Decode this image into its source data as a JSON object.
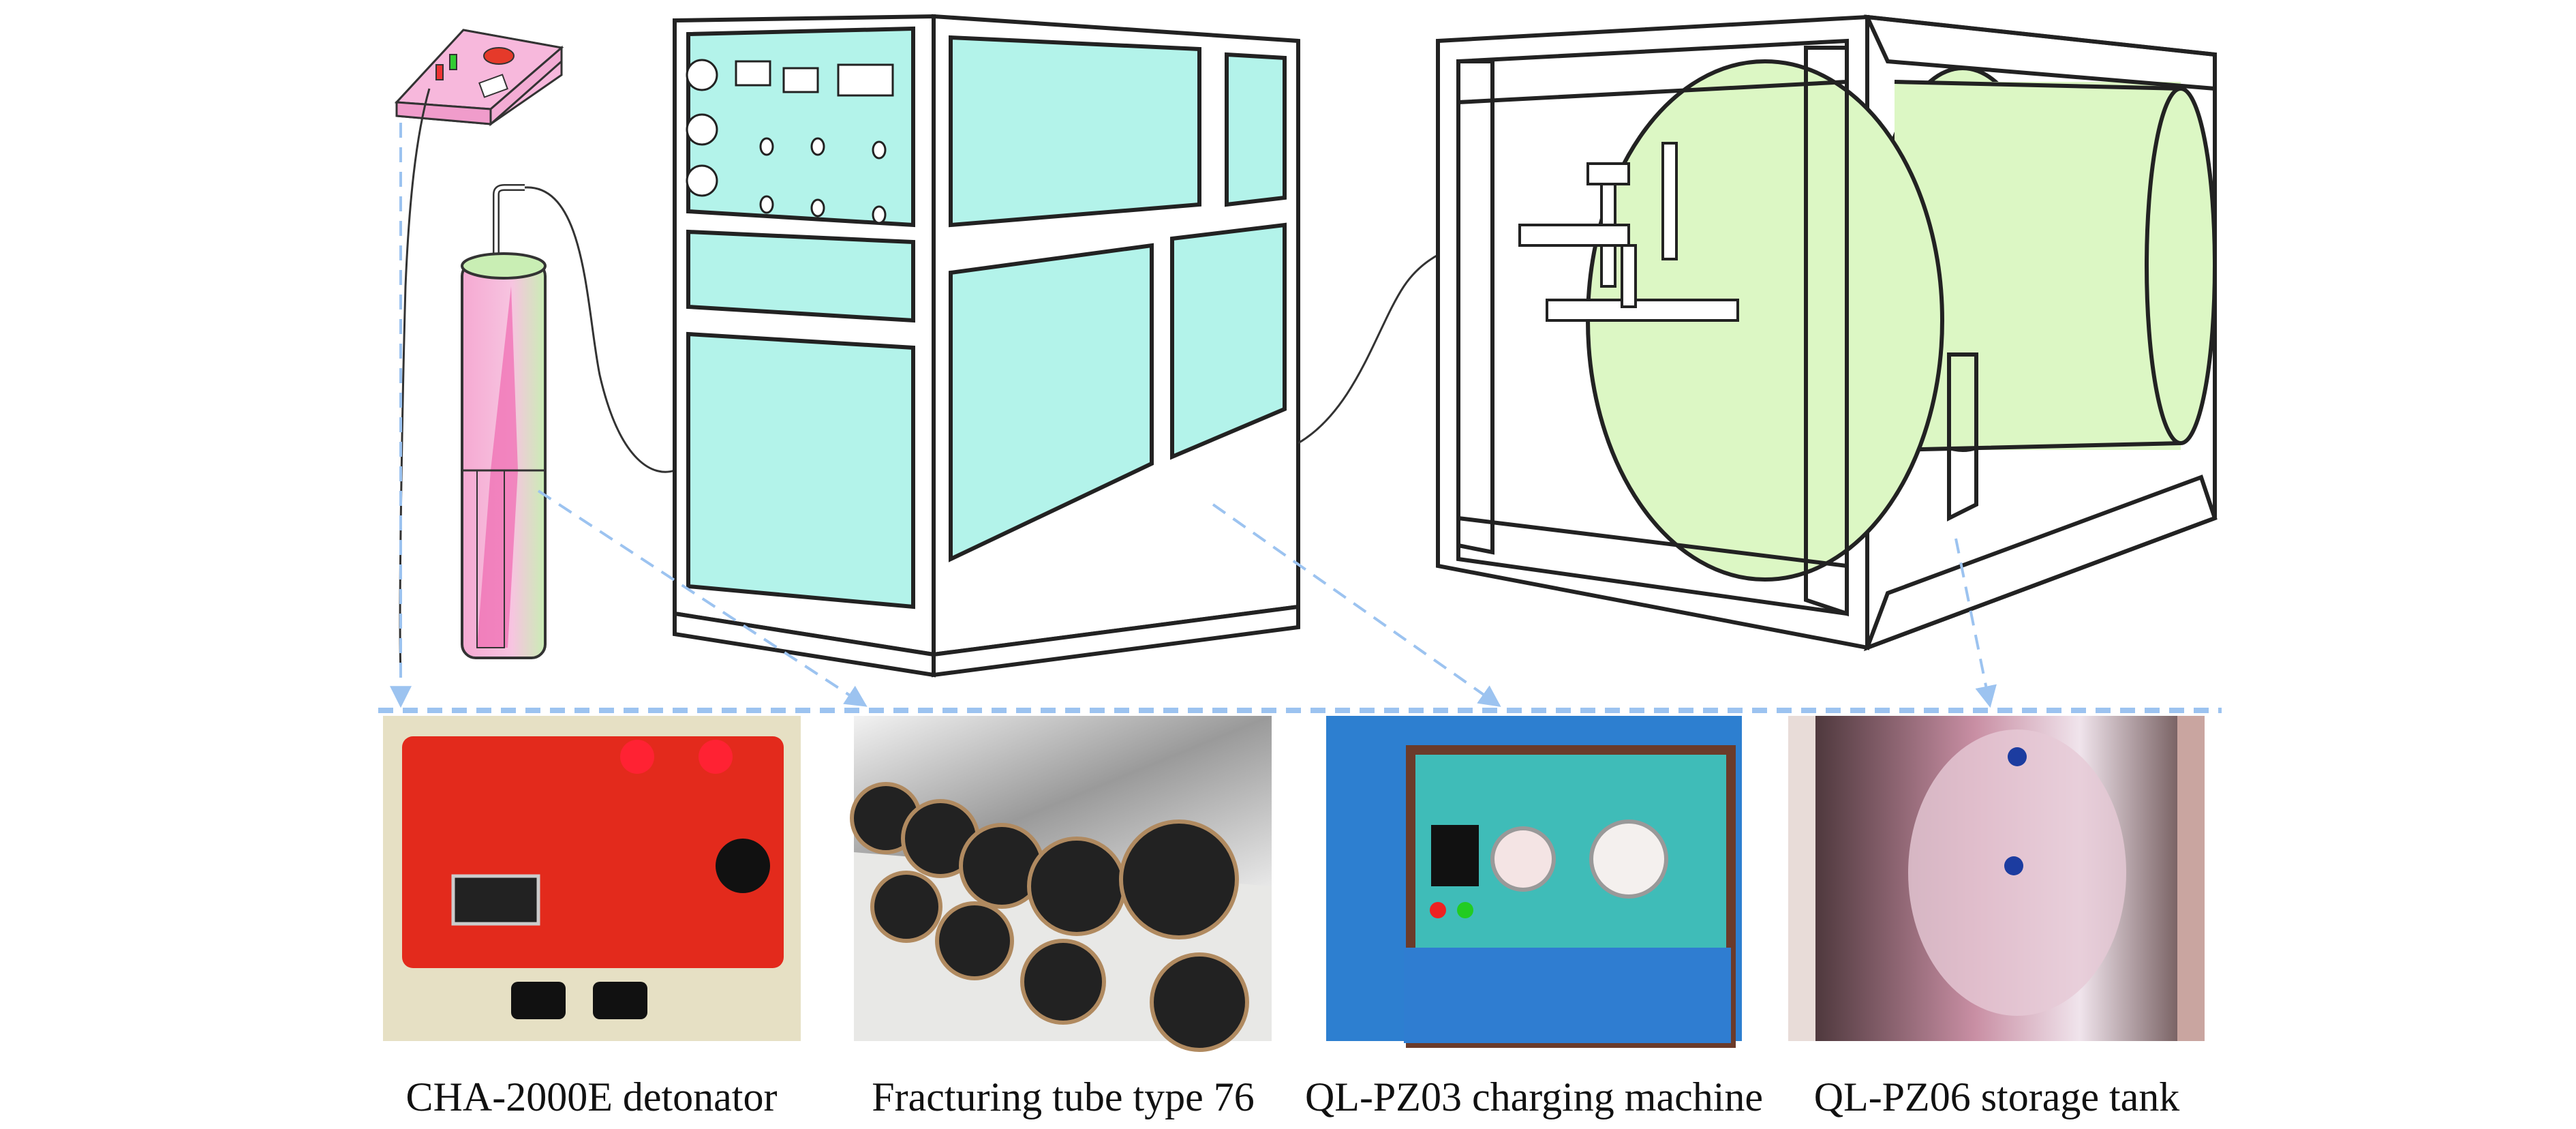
{
  "captions": [
    "CHA-2000E detonator",
    "Fracturing tube type 76",
    "QL-PZ03 charging machine",
    "QL-PZ06 storage tank"
  ],
  "colors": {
    "detonator_pink": "#f7b8dc",
    "machine_cyan": "#b3f3ea",
    "tank_green": "#dcf7c4",
    "arrow_blue": "#9cc3f0",
    "photo_red": "#e32a1c",
    "photo_teal": "#2fb6b6"
  }
}
